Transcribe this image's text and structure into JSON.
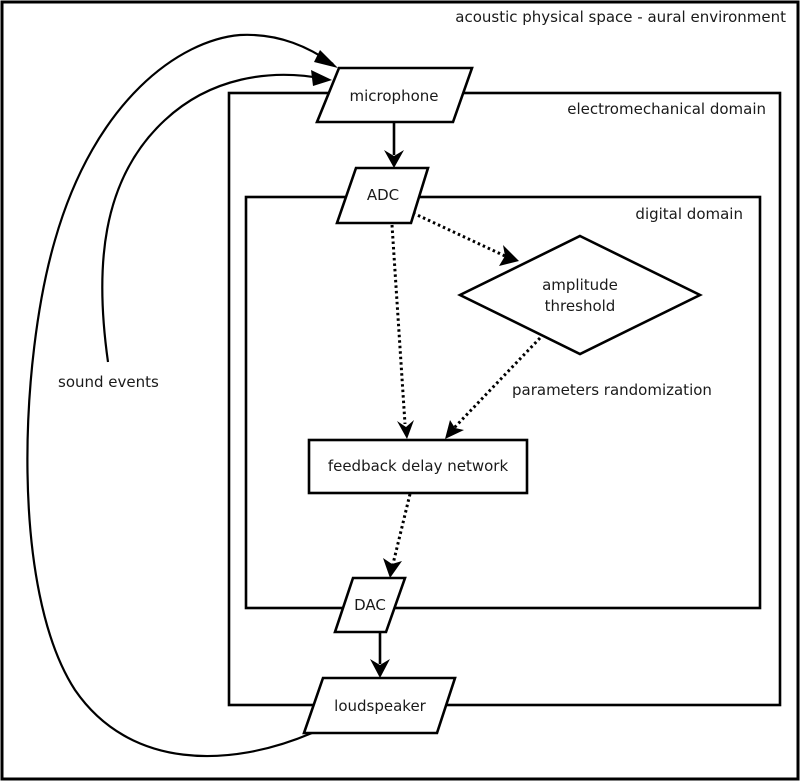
{
  "diagram": {
    "title": "acoustic physical space - aural environment",
    "regions": {
      "acoustic": {
        "label": "acoustic physical space - aural environment"
      },
      "electromechanical": {
        "label": "electromechanical domain"
      },
      "digital": {
        "label": "digital domain"
      }
    },
    "nodes": {
      "microphone": {
        "label": "microphone",
        "shape": "parallelogram"
      },
      "adc": {
        "label": "ADC",
        "shape": "parallelogram"
      },
      "amplitude_threshold": {
        "line1": "amplitude",
        "line2": "threshold",
        "shape": "diamond"
      },
      "feedback_delay_network": {
        "label": "feedback delay network",
        "shape": "rectangle"
      },
      "dac": {
        "label": "DAC",
        "shape": "parallelogram"
      },
      "loudspeaker": {
        "label": "loudspeaker",
        "shape": "parallelogram"
      }
    },
    "edge_labels": {
      "sound_events": "sound events",
      "parameters_randomization": "parameters randomization"
    },
    "edges": [
      {
        "from": "microphone",
        "to": "adc",
        "style": "solid"
      },
      {
        "from": "adc",
        "to": "amplitude_threshold",
        "style": "dotted"
      },
      {
        "from": "adc",
        "to": "feedback_delay_network",
        "style": "dotted"
      },
      {
        "from": "amplitude_threshold",
        "to": "feedback_delay_network",
        "style": "dotted",
        "label": "parameters randomization"
      },
      {
        "from": "feedback_delay_network",
        "to": "dac",
        "style": "dotted"
      },
      {
        "from": "dac",
        "to": "loudspeaker",
        "style": "solid"
      },
      {
        "from": "loudspeaker",
        "to": "microphone",
        "style": "curved",
        "label": "sound events"
      },
      {
        "from": "sound_events",
        "to": "microphone",
        "style": "curved"
      }
    ]
  }
}
